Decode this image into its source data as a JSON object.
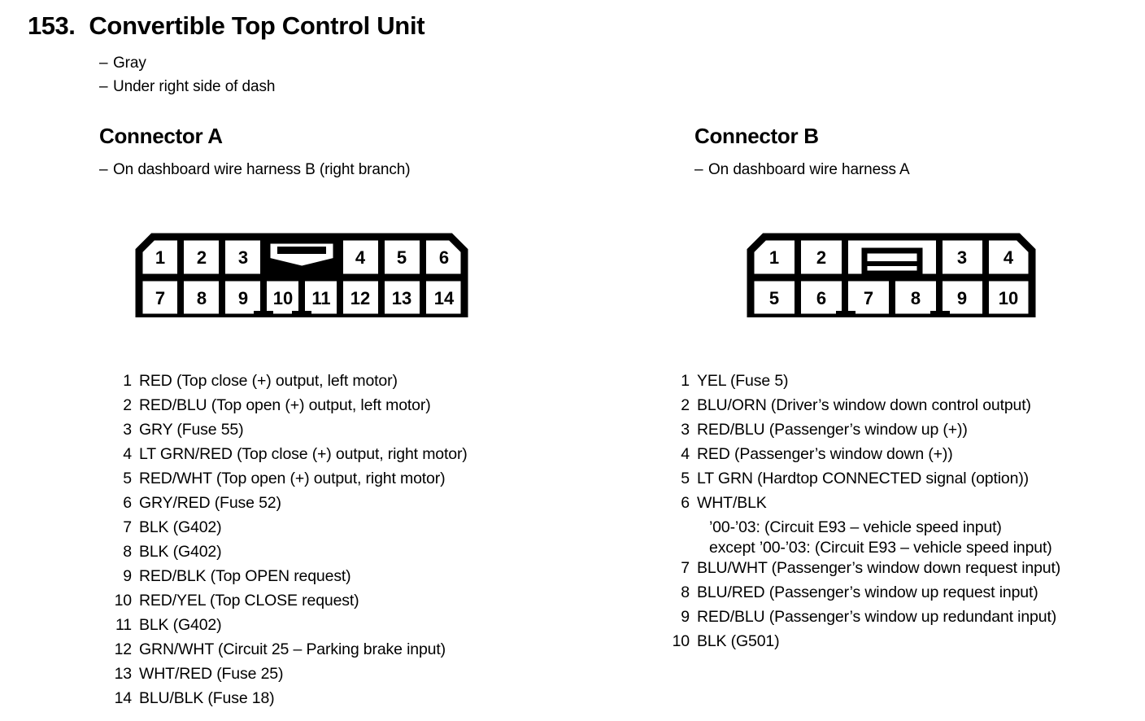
{
  "page": {
    "number": "153.",
    "title": "Convertible Top Control Unit",
    "attributes": [
      "Gray",
      "Under right side of dash"
    ],
    "dash": "–"
  },
  "connector_a": {
    "heading": "Connector A",
    "subtitle": "On dashboard wire harness B (right branch)",
    "diagram": {
      "top_row": [
        "1",
        "2",
        "3",
        "key",
        "4",
        "5",
        "6"
      ],
      "bottom_row": [
        "7",
        "8",
        "9",
        "10",
        "11",
        "12",
        "13",
        "14"
      ],
      "key_type": "crossed-blocked-cavity"
    },
    "pins": [
      {
        "no": "1",
        "desc": "RED (Top close (+) output, left motor)"
      },
      {
        "no": "2",
        "desc": "RED/BLU (Top open (+) output, left motor)"
      },
      {
        "no": "3",
        "desc": "GRY (Fuse 55)"
      },
      {
        "no": "4",
        "desc": "LT GRN/RED (Top close (+) output, right motor)"
      },
      {
        "no": "5",
        "desc": "RED/WHT (Top open (+) output, right motor)"
      },
      {
        "no": "6",
        "desc": "GRY/RED (Fuse 52)"
      },
      {
        "no": "7",
        "desc": "BLK (G402)"
      },
      {
        "no": "8",
        "desc": "BLK (G402)"
      },
      {
        "no": "9",
        "desc": "RED/BLK (Top OPEN request)"
      },
      {
        "no": "10",
        "desc": "RED/YEL (Top CLOSE request)"
      },
      {
        "no": "11",
        "desc": "BLK (G402)"
      },
      {
        "no": "12",
        "desc": "GRN/WHT (Circuit 25 – Parking brake input)"
      },
      {
        "no": "13",
        "desc": "WHT/RED (Fuse 25)"
      },
      {
        "no": "14",
        "desc": "BLU/BLK (Fuse 18)"
      }
    ]
  },
  "connector_b": {
    "heading": "Connector B",
    "subtitle": "On dashboard wire harness A",
    "diagram": {
      "top_row": [
        "1",
        "2",
        "key",
        "3",
        "4"
      ],
      "bottom_row": [
        "5",
        "6",
        "7",
        "8",
        "9",
        "10"
      ],
      "key_type": "barred-blocked-cavity"
    },
    "pins": [
      {
        "no": "1",
        "desc": "YEL (Fuse 5)"
      },
      {
        "no": "2",
        "desc": "BLU/ORN (Driver’s window down control output)"
      },
      {
        "no": "3",
        "desc": "RED/BLU (Passenger’s window up (+))"
      },
      {
        "no": "4",
        "desc": "RED (Passenger’s window down (+))"
      },
      {
        "no": "5",
        "desc": "LT GRN (Hardtop CONNECTED signal (option))"
      },
      {
        "no": "6",
        "desc": "WHT/BLK",
        "sublines": [
          "’00-’03: (Circuit E93 – vehicle speed input)",
          "except ’00-’03: (Circuit E93 – vehicle speed input)"
        ]
      },
      {
        "no": "7",
        "desc": "BLU/WHT (Passenger’s window down request input)"
      },
      {
        "no": "8",
        "desc": "BLU/RED (Passenger’s window up request input)"
      },
      {
        "no": "9",
        "desc": "RED/BLU (Passenger’s window up redundant input)"
      },
      {
        "no": "10",
        "desc": "BLK (G501)"
      }
    ]
  },
  "colors": {
    "ink": "#000000",
    "paper": "#ffffff"
  }
}
